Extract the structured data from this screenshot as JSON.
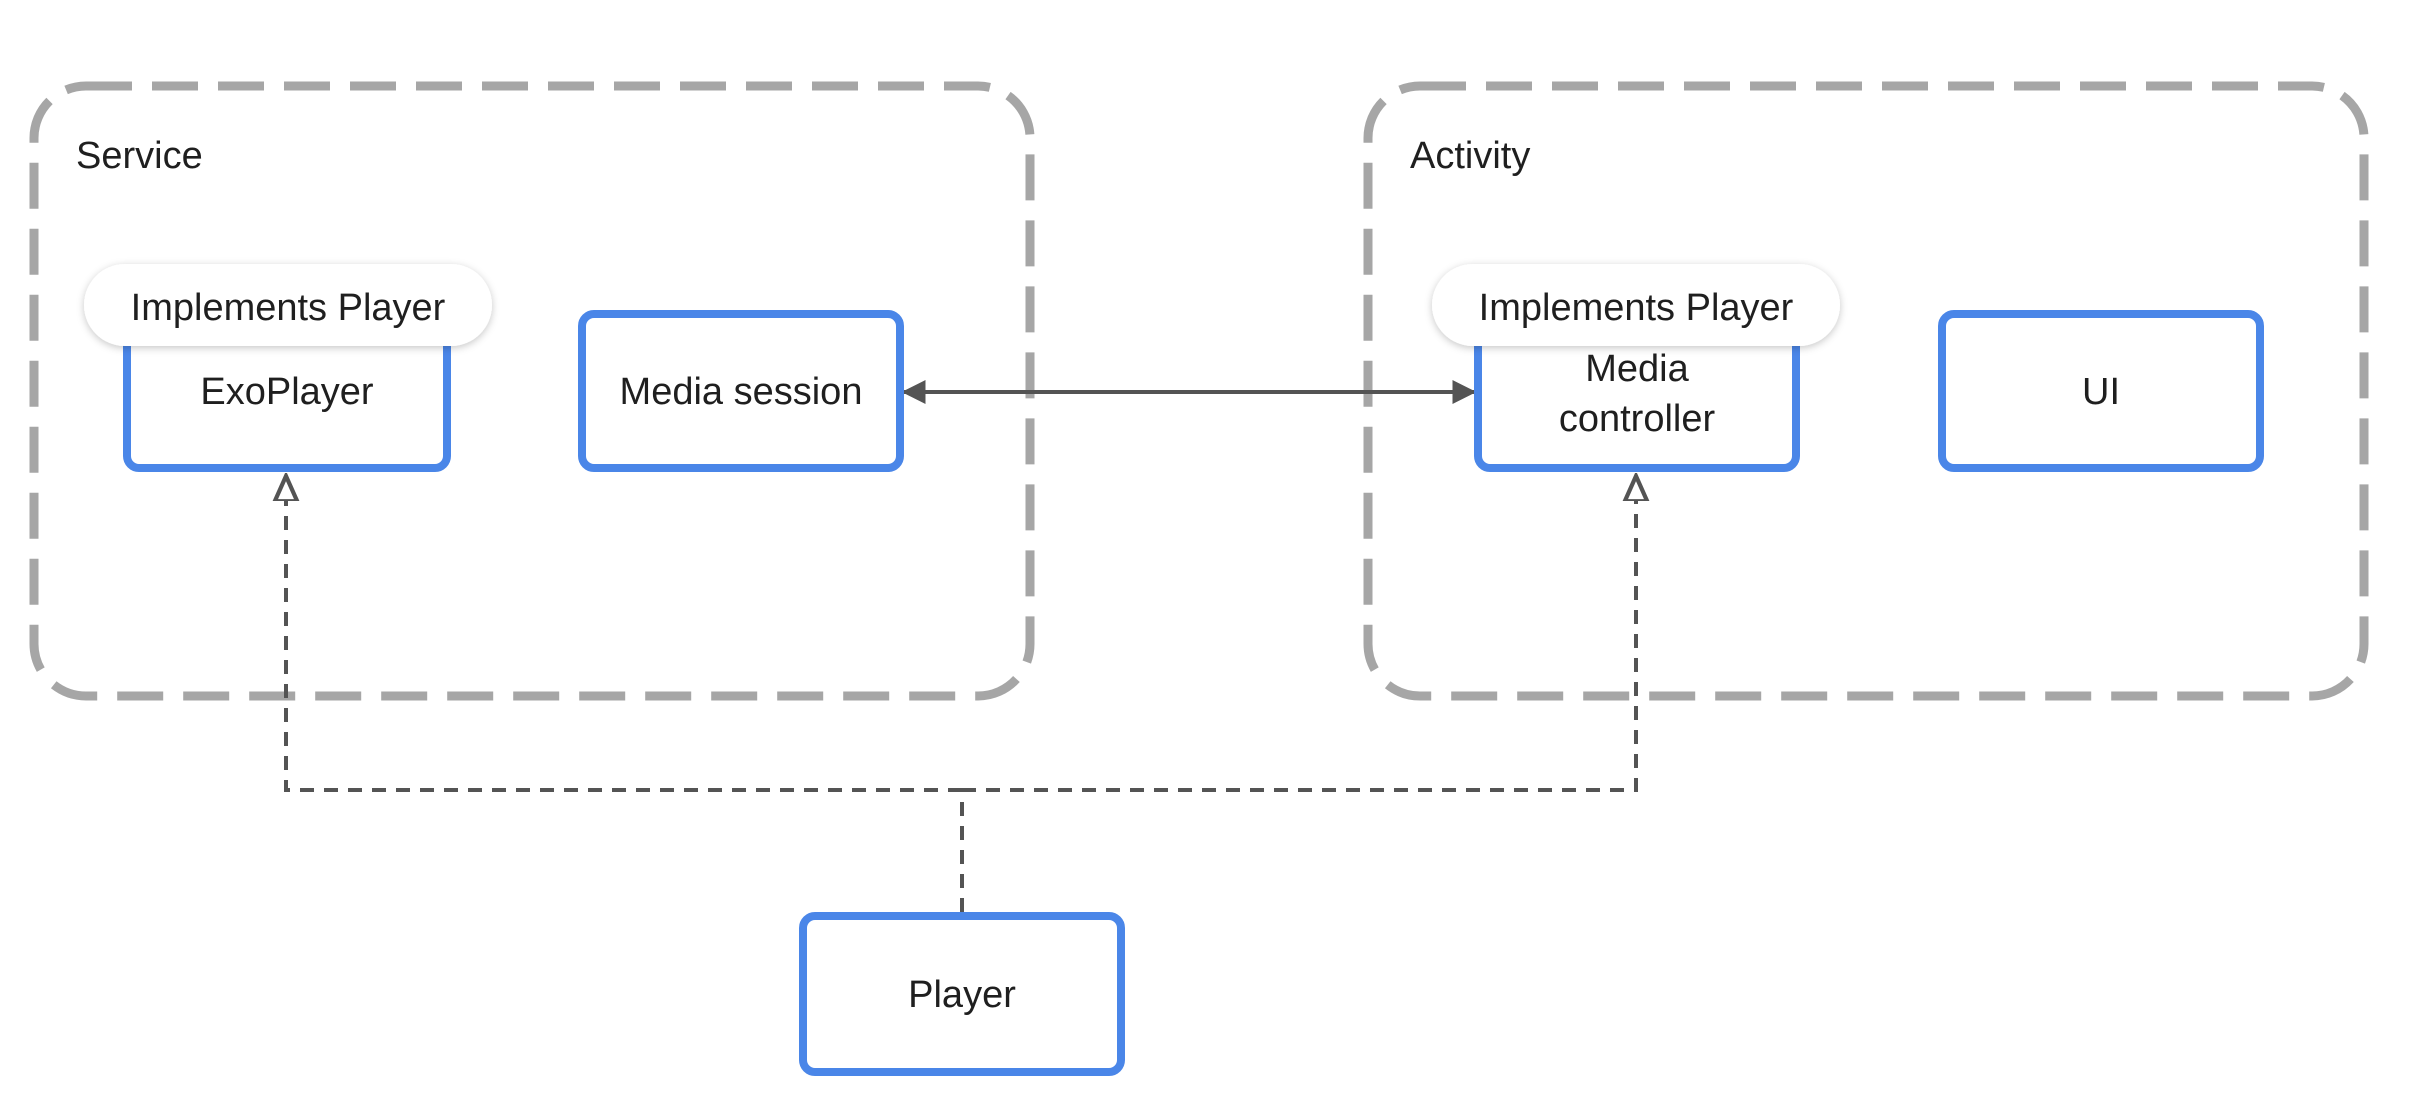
{
  "diagram": {
    "groups": {
      "service": {
        "label": "Service"
      },
      "activity": {
        "label": "Activity"
      }
    },
    "nodes": {
      "exoplayer": {
        "label": "ExoPlayer",
        "badge": "Implements Player"
      },
      "media_session": {
        "label": "Media session"
      },
      "media_controller": {
        "label_line1": "Media",
        "label_line2": "controller",
        "badge": "Implements Player"
      },
      "ui": {
        "label": "UI"
      },
      "player": {
        "label": "Player"
      }
    },
    "edges": [
      {
        "from": "media_session",
        "to": "media_controller",
        "style": "solid",
        "direction": "both"
      },
      {
        "from": "player",
        "to": "exoplayer",
        "style": "dashed",
        "arrow": "hollow"
      },
      {
        "from": "player",
        "to": "media_controller",
        "style": "dashed",
        "arrow": "hollow"
      }
    ],
    "colors": {
      "node_border": "#4a86e8",
      "group_border": "#a6a6a6",
      "edge": "#545454",
      "badge_fill": "#ffffff",
      "text": "#1f1f1f"
    }
  }
}
